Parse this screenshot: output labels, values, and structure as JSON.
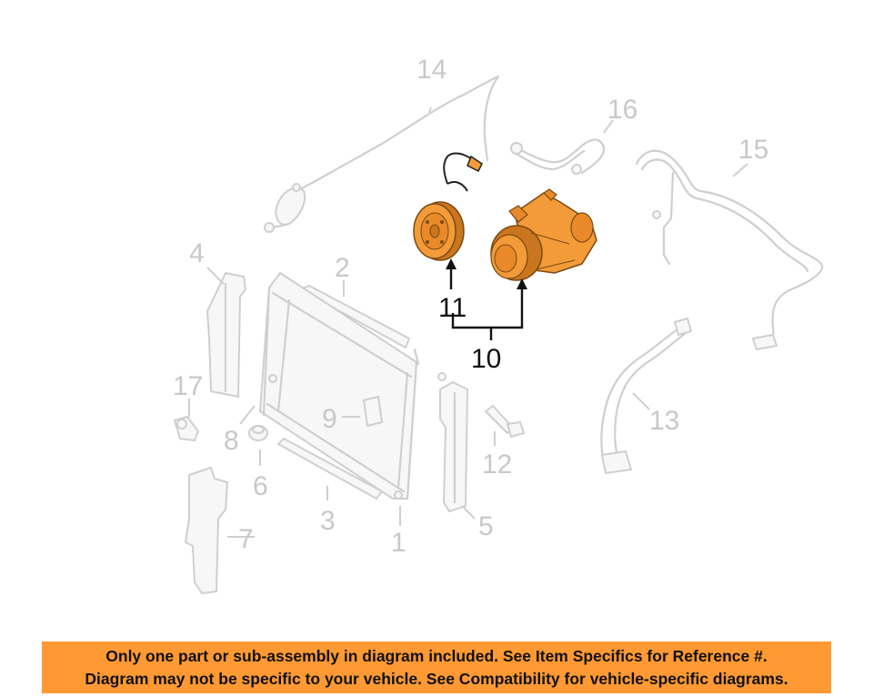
{
  "callouts": [
    {
      "id": "1",
      "label": "1"
    },
    {
      "id": "2",
      "label": "2"
    },
    {
      "id": "3",
      "label": "3"
    },
    {
      "id": "4",
      "label": "4"
    },
    {
      "id": "5",
      "label": "5"
    },
    {
      "id": "6",
      "label": "6"
    },
    {
      "id": "7",
      "label": "7"
    },
    {
      "id": "8",
      "label": "8"
    },
    {
      "id": "9",
      "label": "9"
    },
    {
      "id": "10",
      "label": "10"
    },
    {
      "id": "11",
      "label": "11"
    },
    {
      "id": "12",
      "label": "12"
    },
    {
      "id": "13",
      "label": "13"
    },
    {
      "id": "14",
      "label": "14"
    },
    {
      "id": "15",
      "label": "15"
    },
    {
      "id": "16",
      "label": "16"
    },
    {
      "id": "17",
      "label": "17"
    }
  ],
  "highlighted_callouts": [
    "10",
    "11"
  ],
  "colors": {
    "highlight": "#f29b38",
    "highlight_dark": "#c9761f",
    "ghost_part": "#cfcfcf",
    "callout_inactive": "#c8c8c8",
    "callout_active": "#111111",
    "banner_background": "#ff9933"
  },
  "notice": {
    "line1": "Only one part or sub-assembly in diagram included. See Item Specifics for Reference #.",
    "line2": "Diagram may not be specific to your vehicle. See Compatibility for vehicle-specific diagrams."
  }
}
